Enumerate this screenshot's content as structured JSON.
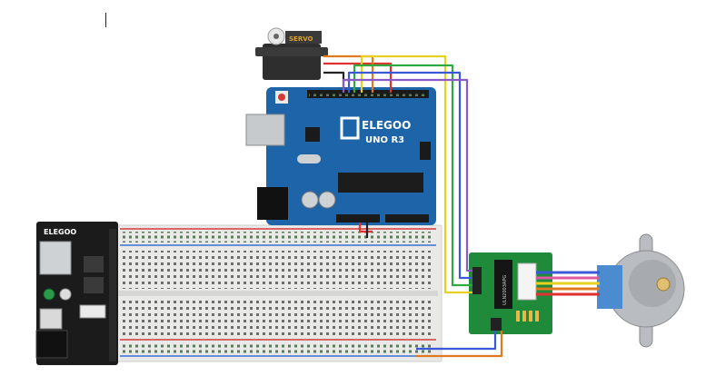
{
  "servo": {
    "label": "SERVO"
  },
  "arduino": {
    "brand": "ELEGOO",
    "model": "UNO R3"
  },
  "power_module": {
    "brand": "ELEGOO"
  },
  "driver": {
    "chip": "ULN2003APG"
  },
  "colors": {
    "arduino_blue": "#1e64a8",
    "breadboard": "#e8e8e6",
    "rail_red": "#d43a3a",
    "rail_blue": "#3a6fd4",
    "wire_red": "#e03030",
    "wire_yellow": "#e6d21e",
    "wire_green": "#2eaa3e",
    "wire_blue": "#3a58d8",
    "wire_purple": "#8a5ac8",
    "wire_orange": "#e07a1e",
    "driver_green": "#1e8a3a",
    "motor_steel": "#b9bcc0",
    "motor_blue": "#4a8ccf"
  },
  "icons": [
    "servo-horn-icon",
    "usb-port-icon",
    "power-jack-icon",
    "chip-icon",
    "led-icon"
  ]
}
